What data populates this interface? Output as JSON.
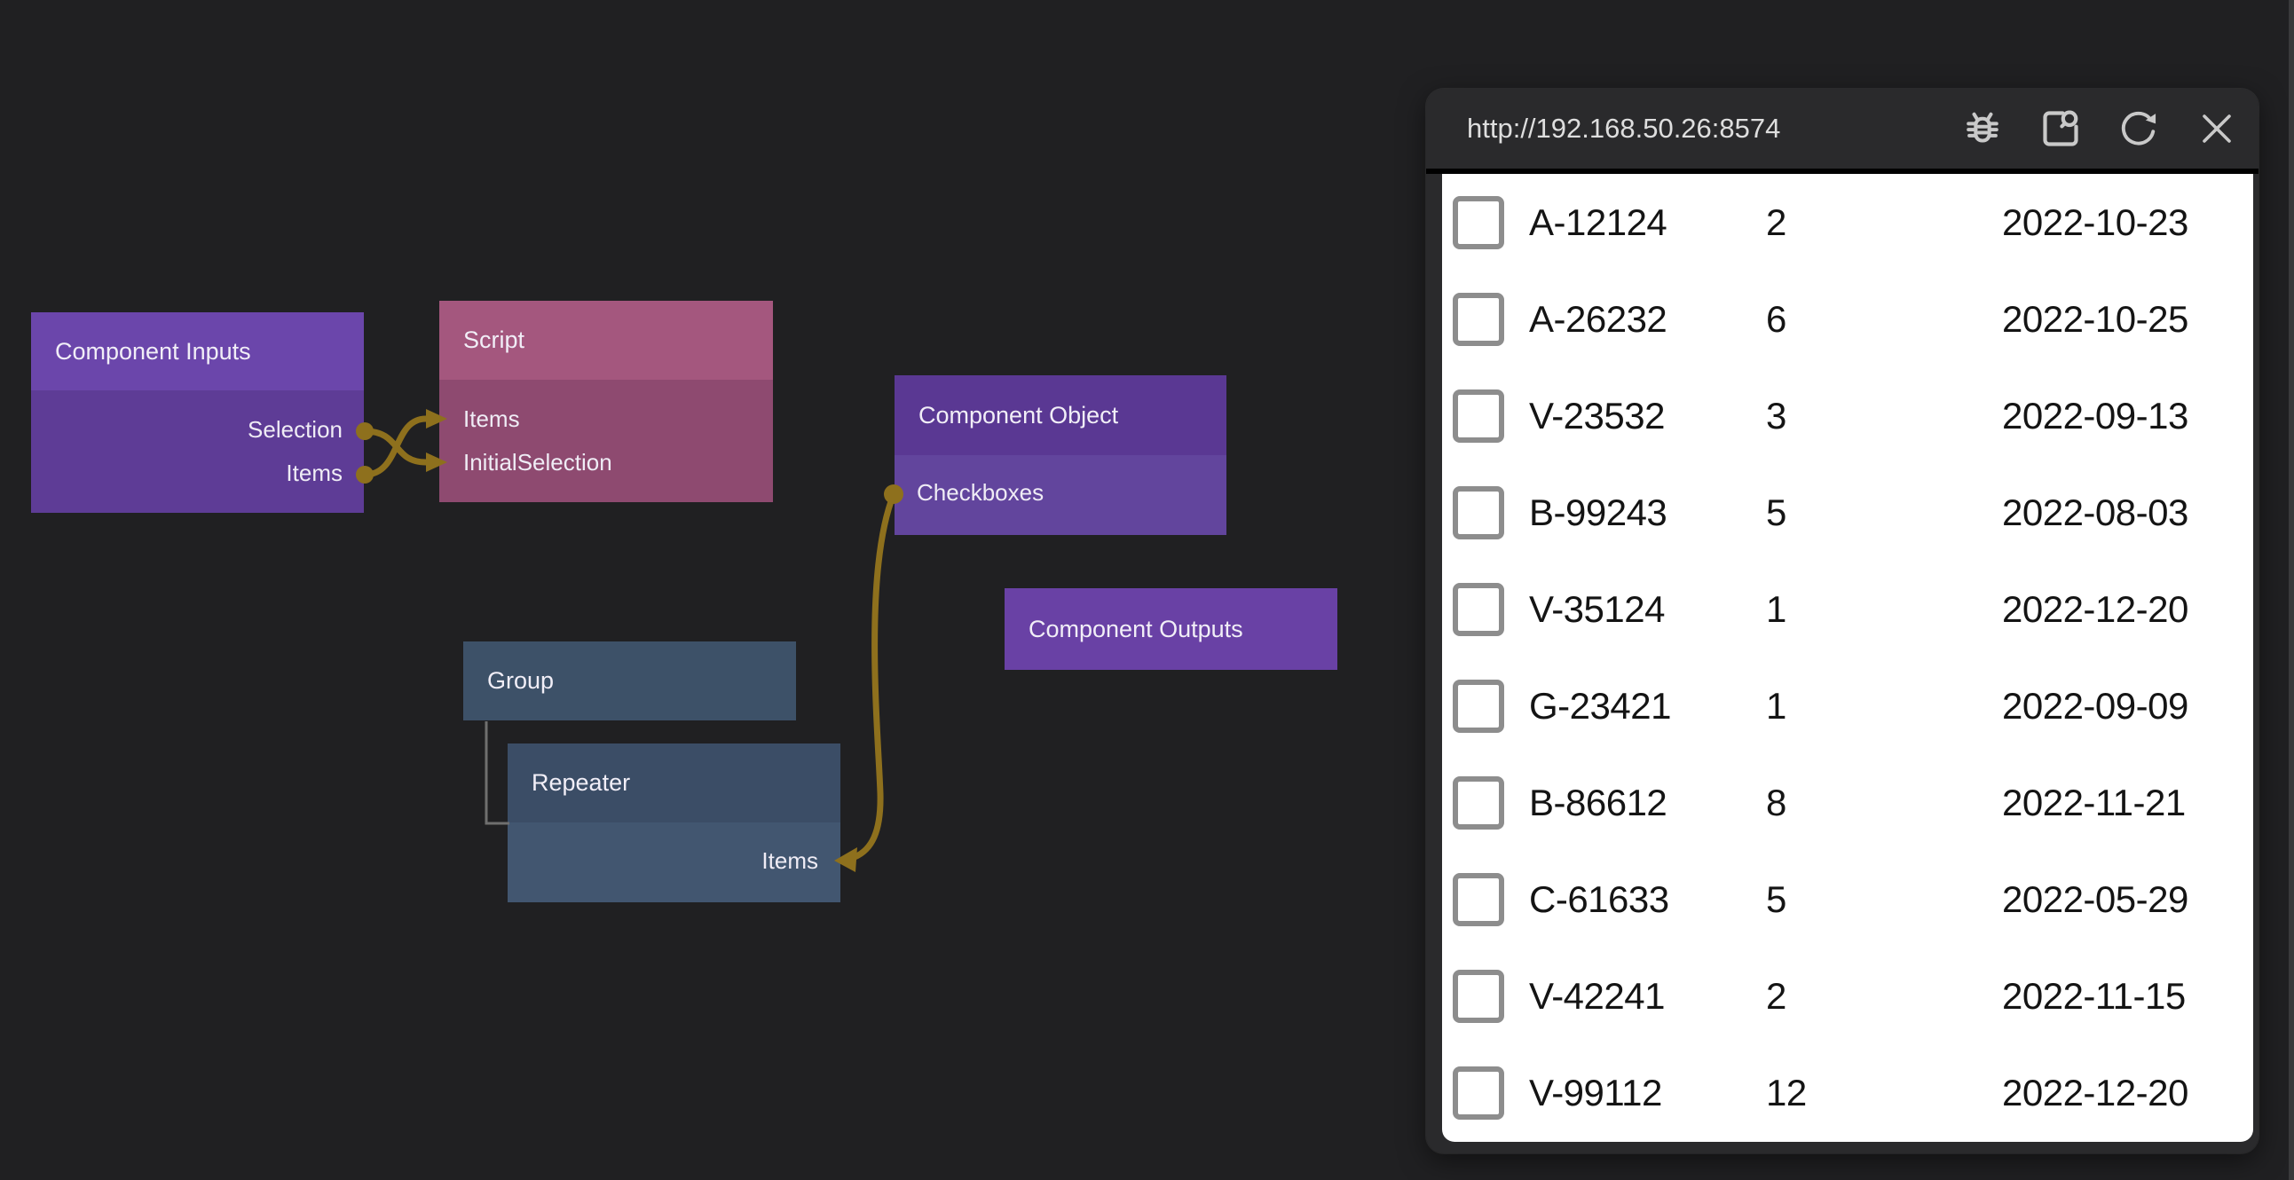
{
  "canvas": {
    "background_color": "#202022"
  },
  "graph": {
    "wire_color": "#8e701d",
    "nodes": {
      "component_inputs": {
        "title": "Component Inputs",
        "ports": [
          {
            "label": "Selection"
          },
          {
            "label": "Items"
          }
        ]
      },
      "script": {
        "title": "Script",
        "ports": [
          {
            "label": "Items"
          },
          {
            "label": "InitialSelection"
          }
        ]
      },
      "component_object": {
        "title": "Component Object",
        "ports": [
          {
            "label": "Checkboxes"
          }
        ]
      },
      "component_outputs": {
        "title": "Component Outputs"
      },
      "group": {
        "title": "Group"
      },
      "repeater": {
        "title": "Repeater",
        "ports": [
          {
            "label": "Items"
          }
        ]
      }
    },
    "node_colors": {
      "component_inputs_header": "#6b46ab",
      "component_inputs_body": "#5e3c96",
      "script_header": "#a4577e",
      "script_body": "#8e4a70",
      "component_object_header": "#5a3893",
      "component_object_body": "#62459d",
      "component_outputs": "#6941a5",
      "group": "#3d5168",
      "repeater_header": "#3b4d66",
      "repeater_body": "#425670"
    }
  },
  "browser": {
    "url": "http://192.168.50.26:8574",
    "toolbar_icons": [
      "bug-icon",
      "page-preview-icon",
      "refresh-icon",
      "close-icon"
    ],
    "rows": [
      {
        "id": "A-12124",
        "count": "2",
        "date": "2022-10-23"
      },
      {
        "id": "A-26232",
        "count": "6",
        "date": "2022-10-25"
      },
      {
        "id": "V-23532",
        "count": "3",
        "date": "2022-09-13"
      },
      {
        "id": "B-99243",
        "count": "5",
        "date": "2022-08-03"
      },
      {
        "id": "V-35124",
        "count": "1",
        "date": "2022-12-20"
      },
      {
        "id": "G-23421",
        "count": "1",
        "date": "2022-09-09"
      },
      {
        "id": "B-86612",
        "count": "8",
        "date": "2022-11-21"
      },
      {
        "id": "C-61633",
        "count": "5",
        "date": "2022-05-29"
      },
      {
        "id": "V-42241",
        "count": "2",
        "date": "2022-11-15"
      },
      {
        "id": "V-99112",
        "count": "12",
        "date": "2022-12-20"
      }
    ]
  }
}
